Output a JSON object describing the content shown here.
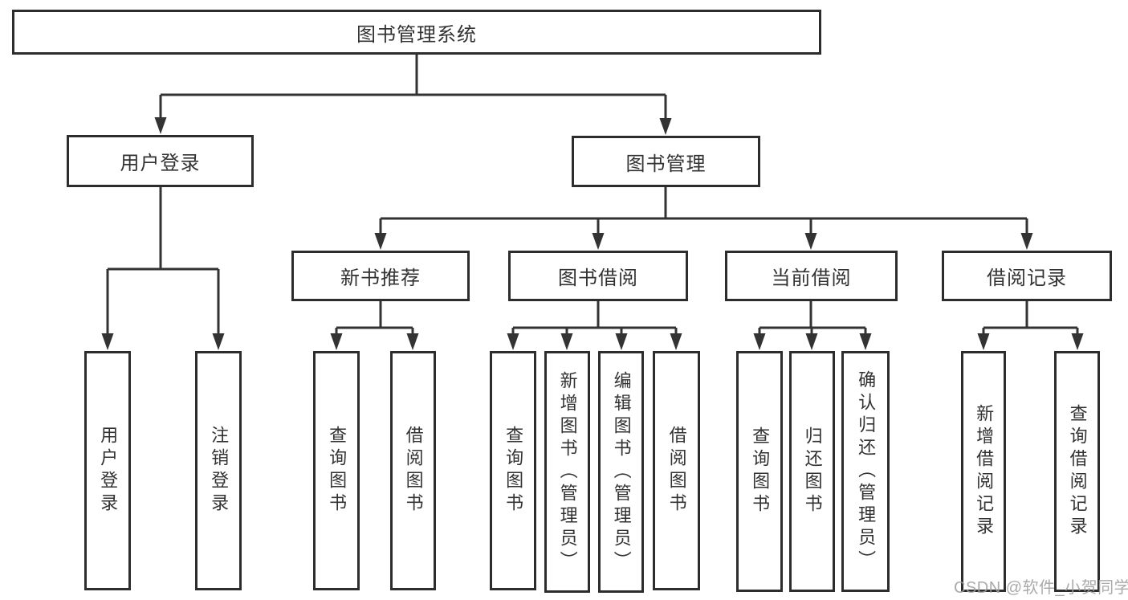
{
  "diagram_title": "图书管理系统",
  "tree": {
    "root": "图书管理系统",
    "level2": [
      {
        "label": "用户登录",
        "children": [
          "用户登录",
          "注销登录"
        ]
      },
      {
        "label": "图书管理",
        "groups": [
          {
            "label": "新书推荐",
            "children": [
              "查询图书",
              "借阅图书"
            ]
          },
          {
            "label": "图书借阅",
            "children": [
              "查询图书",
              "新增图书（管理员）",
              "编辑图书（管理员）",
              "借阅图书"
            ]
          },
          {
            "label": "当前借阅",
            "children": [
              "查询图书",
              "归还图书",
              "确认归还（管理员）"
            ]
          },
          {
            "label": "借阅记录",
            "children": [
              "新增借阅记录",
              "查询借阅记录"
            ]
          }
        ]
      }
    ]
  },
  "watermark": "CSDN @软件_小贺同学",
  "colors": {
    "background": "#ffffff",
    "box_border": "#2d2d2d",
    "connector_line": "#333333",
    "text": "#323232",
    "watermark_text": "#9f9f9f"
  }
}
